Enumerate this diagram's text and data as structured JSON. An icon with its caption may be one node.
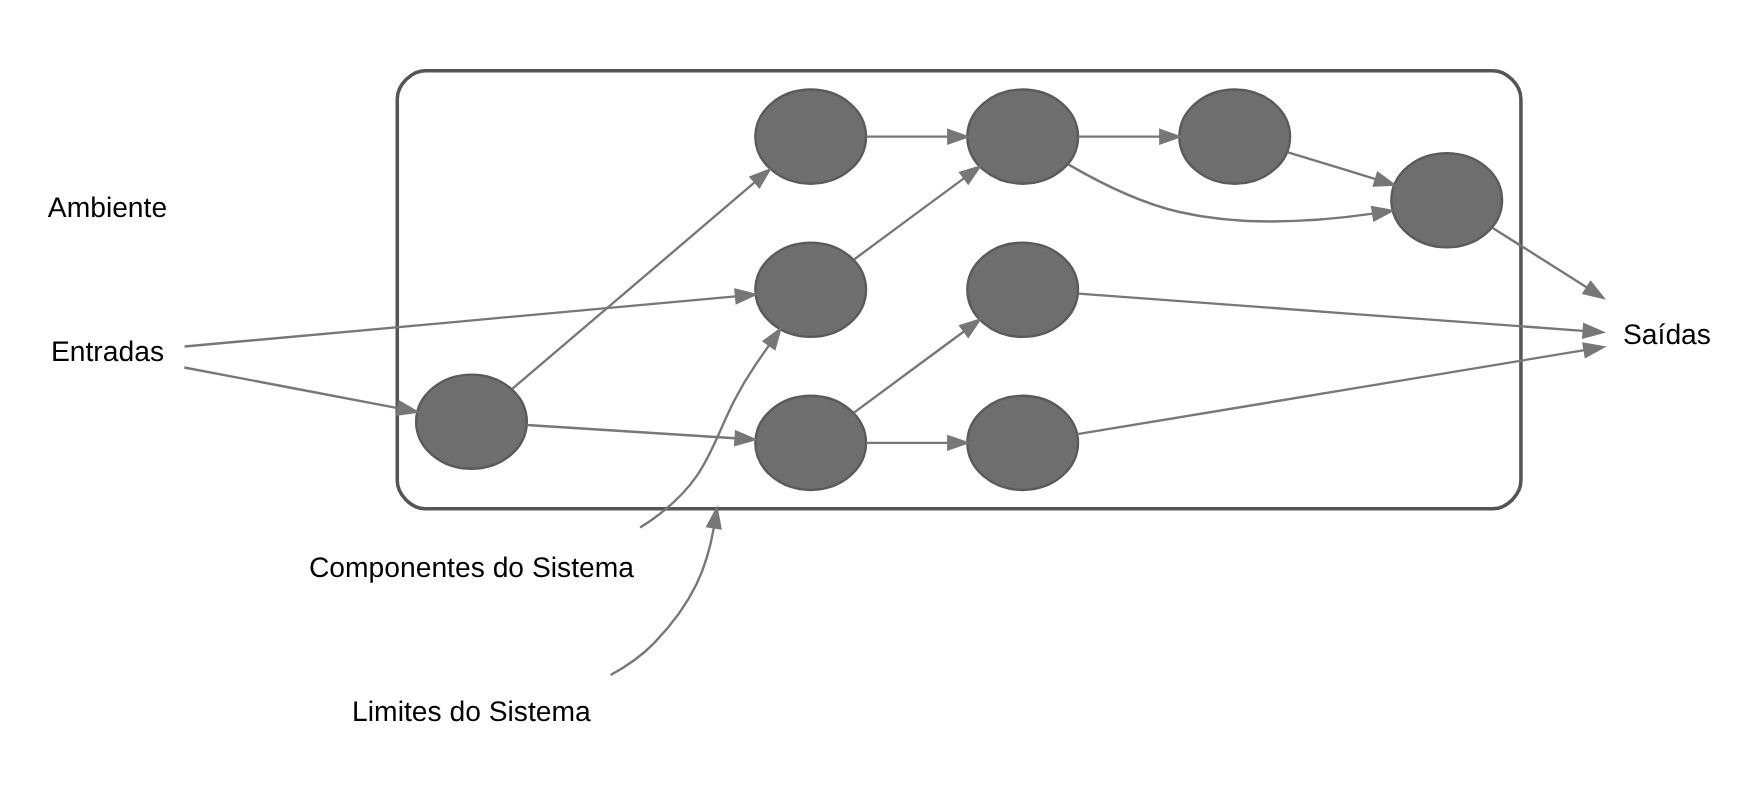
{
  "diagram": {
    "nodes": [
      {
        "text": [],
        "shape": "box"
      },
      {
        "text": [],
        "shape": "circle",
        "in": 0
      },
      {
        "text": [],
        "shape": "circle",
        "in": 0
      },
      {
        "text": [],
        "shape": "circle",
        "in": 0
      },
      {
        "text": [],
        "shape": "circle",
        "in": 0
      },
      {
        "text": [],
        "shape": "circle",
        "in": 0
      },
      {
        "text": [],
        "shape": "circle",
        "in": 0
      },
      {
        "text": [],
        "shape": "circle",
        "in": 0
      },
      {
        "text": [],
        "shape": "circle",
        "in": 0
      },
      {
        "text": [],
        "shape": "circle",
        "in": 0
      },
      {
        "text": [
          "Componentes do Sistema"
        ]
      },
      {
        "text": [
          "Entradas"
        ]
      },
      {
        "text": [
          "Saídas"
        ]
      },
      {
        "text": [
          "Limites do Sistema"
        ]
      }
    ],
    "edges": [
      {
        "from": 10,
        "to": 1,
        "arrow": "to"
      },
      {
        "from": 11,
        "to": 1,
        "arrow": "to"
      },
      {
        "from": 11,
        "to": 6,
        "arrow": "to"
      },
      {
        "from": 1,
        "to": 2,
        "arrow": "to"
      },
      {
        "from": 4,
        "to": 2,
        "arrow": "to"
      },
      {
        "from": 2,
        "to": 3,
        "arrow": "to"
      },
      {
        "from": 2,
        "to": 5,
        "arrow": "to"
      },
      {
        "from": 5,
        "to": 3,
        "arrow": "to"
      },
      {
        "from": 6,
        "to": 4,
        "arrow": "to"
      },
      {
        "from": 6,
        "to": 7,
        "arrow": "to"
      },
      {
        "from": 7,
        "to": 8,
        "arrow": "to"
      },
      {
        "from": 7,
        "to": 9,
        "arrow": "to"
      },
      {
        "from": 3,
        "to": 12,
        "arrow": "to"
      },
      {
        "from": 8,
        "to": 12,
        "arrow": "to"
      },
      {
        "from": 9,
        "to": 12,
        "arrow": "to"
      },
      {
        "from": 13,
        "to": 0,
        "arrow": "to"
      }
    ],
    "labels": [
      "Ambiente"
    ]
  }
}
